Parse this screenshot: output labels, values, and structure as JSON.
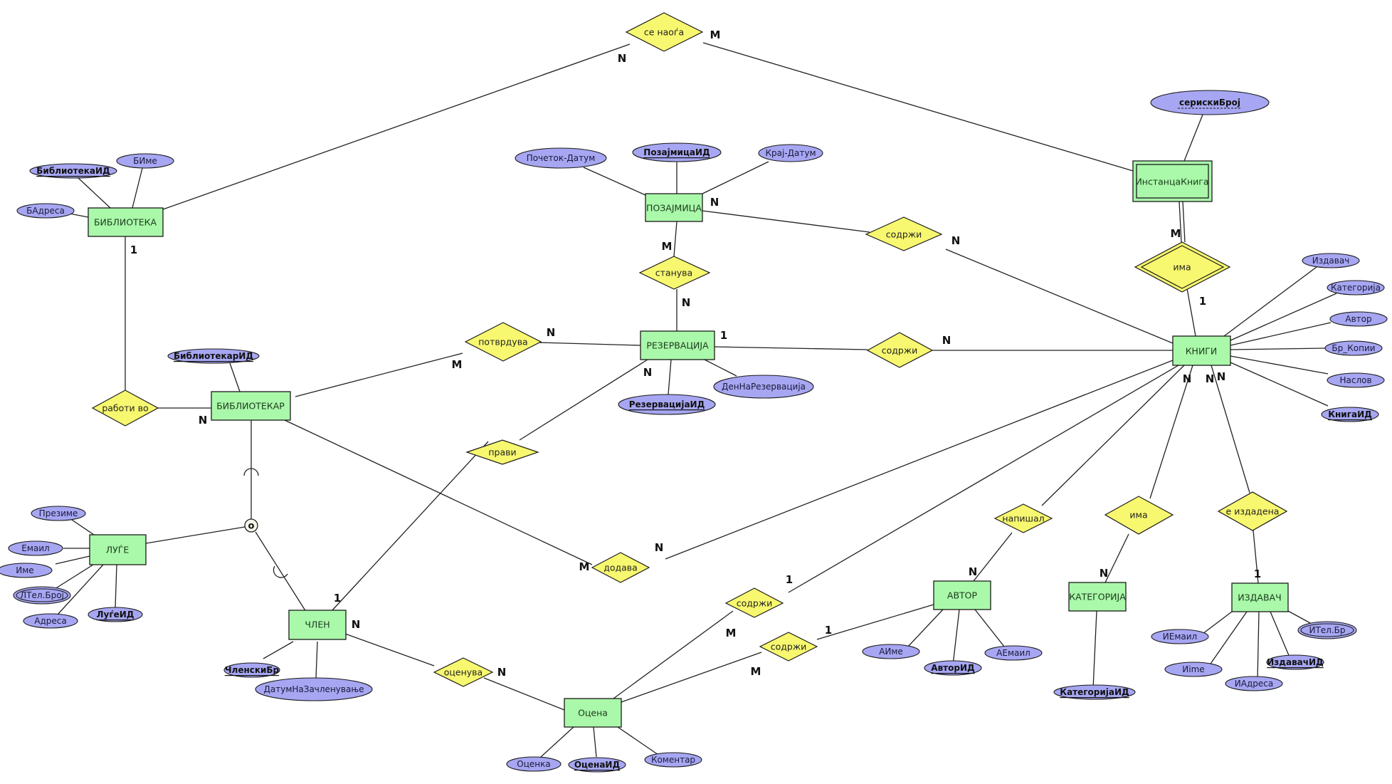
{
  "diagram": {
    "type": "ER diagram",
    "colors": {
      "entity_fill": "#aaf8aa",
      "relationship_fill": "#f8f870",
      "attribute_fill": "#a6a6f2",
      "stroke": "#1a1a1a"
    },
    "entities": {
      "biblioteka": "БИБЛИОТЕКА",
      "pozajmica": "ПОЗАЈМИЦА",
      "instanca_kniga": "ИнстанцаКнига",
      "rezervacija": "РЕЗЕРВАЦИЈА",
      "knigi": "КНИГИ",
      "bibliotekar": "БИБЛИОТЕКАР",
      "luge": "ЛУЃЕ",
      "clen": "ЧЛЕН",
      "ocena": "Оцена",
      "avtor": "АВТОР",
      "kategorija": "КАТЕГОРИЈА",
      "izdavac": "ИЗДАВАЧ"
    },
    "relationships": {
      "se_naoga": "се наоѓа",
      "sodrzi_pozajmica": "содржи",
      "stanuva": "станува",
      "potvrduva": "потврдува",
      "sodrzi_rezervacija": "содржи",
      "ima_instanca": "има",
      "raboti_vo": "работи во",
      "pravi": "прави",
      "dodava": "додава",
      "ocenuva": "оценува",
      "sodrzi_ocena_kniga": "содржи",
      "sodrzi_ocena_avtor": "содржи",
      "napisal": "напишал",
      "ima_kategorija": "има",
      "e_izdadena": "е издадена"
    },
    "specialization": {
      "symbol": "o"
    },
    "attributes": {
      "biblioteka_id": "БиблиотекаИД",
      "b_ime": "БИме",
      "b_adresa": "БАдреса",
      "pocetok_datum": "Почеток-Датум",
      "pozajmica_id": "ПозајмицаИД",
      "kraj_datum": "Крај-Датум",
      "seriski_broj": "серискиБрој",
      "izdavac": "Издавач",
      "kategorija": "Категорија",
      "avtor": "Автор",
      "br_kopii": "Бр_Копии",
      "naslov": "Наслов",
      "kniga_id": "КнигаИД",
      "rezervacija_id": "РезервацијаИД",
      "den_na_rezervacija": "ДенНаРезервација",
      "bibliotekar_id": "БиблиотекарИД",
      "prezime": "Презиме",
      "email": "Емаил",
      "ime": "Име",
      "l_tel_broj": "ЛТел.Броj",
      "adresa": "Адреса",
      "luge_id": "ЛуѓеИД",
      "clenski_br": "ЧленскиБр",
      "datum_na_zaclenuvanje": "ДатумНаЗачленување",
      "ocenka": "Оценка",
      "ocena_id": "ОценаИД",
      "komentar": "Коментар",
      "a_ime": "АИме",
      "avtor_id": "АвторИД",
      "a_email": "АЕмаил",
      "kategorija_id": "КатегоријаИД",
      "i_email": "ИЕмаил",
      "i_ime": "Иime",
      "i_adresa": "ИАдреса",
      "izdavac_id": "ИздавачИД",
      "i_tel_br": "ИТел.Бр"
    },
    "cardinalities": {
      "se_naoga_biblioteka": "N",
      "se_naoga_instanca": "M",
      "biblioteka_raboti": "1",
      "raboti_bibliotekar": "N",
      "pozajmica_sodrzi": "N",
      "sodrzi_knigi_top": "N",
      "pozajmica_stanuva": "M",
      "stanuva_rezervacija": "N",
      "potvrduva_rezervacija": "N",
      "potvrduva_bibliotekar": "M",
      "rezervacija_sodrzi": "1",
      "sodrzi_knigi_mid": "N",
      "rezervacija_pravi": "N",
      "instanca_ima": "M",
      "ima_knigi": "1",
      "knigi_n1": "N",
      "knigi_n2": "N",
      "knigi_n3": "N",
      "dodava_bibliotekar": "M",
      "dodava_knigi": "N",
      "pravi_clen": "1",
      "clen_ocenuva": "N",
      "ocenuva_ocena": "N",
      "sodrzi1_knigi": "1",
      "sodrzi1_ocena": "M",
      "sodrzi2_avtor": "1",
      "sodrzi2_ocena": "M",
      "napisal_avtor": "N",
      "ima_kategorija": "N",
      "e_izdadena_izdavac": "1"
    }
  }
}
